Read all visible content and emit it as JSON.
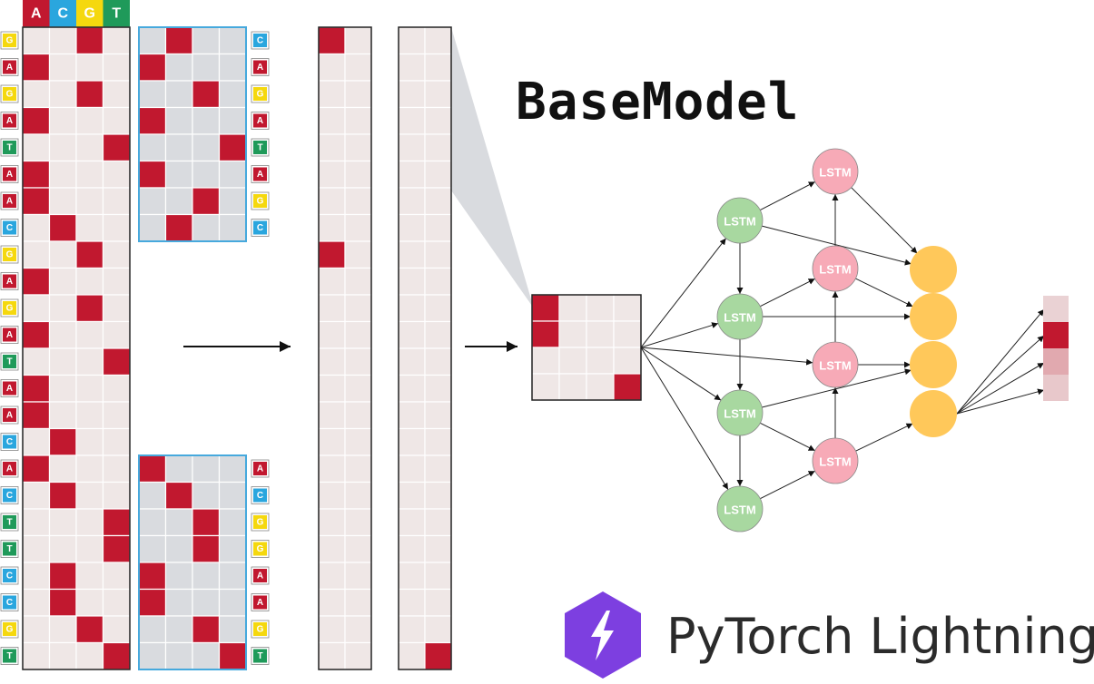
{
  "header_bases": [
    "A",
    "C",
    "G",
    "T"
  ],
  "colors": {
    "A": "#c1182f",
    "C": "#2aa6de",
    "G": "#f5d80e",
    "T": "#1f9a5a",
    "hot": "#c1182f",
    "cell": "#efe7e6",
    "cell_gray": "#d9dbdf",
    "grid_border": "#222222",
    "window_border": "#46a9dd",
    "lstm_green": "#a8d8a0",
    "lstm_pink": "#f7aab7",
    "output_orange": "#ffc85a",
    "logo_purple": "#7d3fe0"
  },
  "sequence": [
    "G",
    "A",
    "G",
    "A",
    "T",
    "A",
    "A",
    "C",
    "G",
    "A",
    "G",
    "A",
    "T",
    "A",
    "A",
    "C",
    "A",
    "C",
    "T",
    "T",
    "C",
    "C",
    "G",
    "T"
  ],
  "window_top": [
    "C",
    "A",
    "G",
    "A",
    "T",
    "A",
    "G",
    "C"
  ],
  "window_bottom": [
    "A",
    "C",
    "G",
    "G",
    "A",
    "A",
    "G",
    "T"
  ],
  "flat_column_hot_rows": [
    0,
    8
  ],
  "long_column_hot_rows": [
    23
  ],
  "small_grid_hot_cells": [
    [
      0,
      0
    ],
    [
      1,
      0
    ],
    [
      3,
      3
    ]
  ],
  "lstm_label": "LSTM",
  "output_bar_levels": [
    0.1,
    1.0,
    0.3,
    0.15
  ],
  "title": "BaseModel",
  "brand": {
    "name": "PyTorch Lightning",
    "icon": "lightning-bolt-icon"
  }
}
